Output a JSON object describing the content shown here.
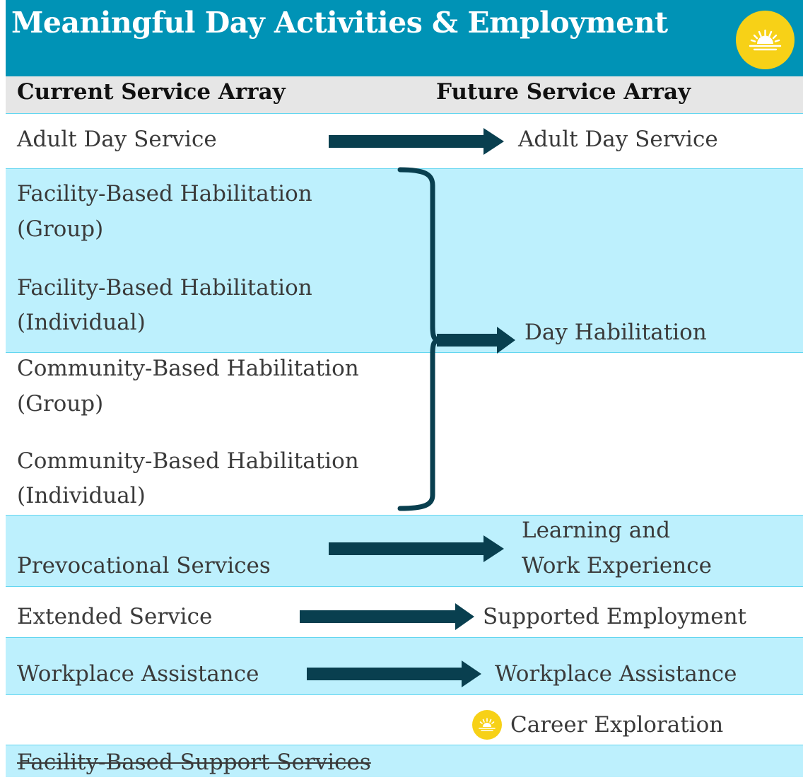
{
  "header": {
    "title": "Meaningful Day Activities & Employment",
    "logo_icon": "rising-sun-icon",
    "color": "#0093b6",
    "logo_color": "#f7d117"
  },
  "columns": {
    "current": "Current Service Array",
    "future": "Future Service Array"
  },
  "rows": [
    {
      "current": [
        "Adult Day Service"
      ],
      "future": "Adult Day Service"
    },
    {
      "current": [
        "Facility-Based Habilitation (Group)",
        "Facility-Based Habilitation (Individual)",
        "Community-Based Habilitation (Group)",
        "Community-Based Habilitation (Individual)"
      ],
      "future": "Day Habilitation"
    },
    {
      "current": [
        "Prevocational Services"
      ],
      "future": "Learning and Work Experience"
    },
    {
      "current": [
        "Extended Service"
      ],
      "future": "Supported Employment"
    },
    {
      "current": [
        "Workplace Assistance"
      ],
      "future": "Workplace Assistance"
    },
    {
      "current": [],
      "future": "Career Exploration",
      "new_icon": "sun-icon"
    },
    {
      "current": [
        "Facility-Based Support Services"
      ],
      "future": "",
      "discontinued": true
    }
  ],
  "display": {
    "r0_cur": "Adult Day Service",
    "r0_fut": "Adult Day Service",
    "fbh_1a": "Facility-Based Habilitation",
    "fbh_1b": "(Group)",
    "fbh_2a": "Facility-Based Habilitation",
    "fbh_2b": "(Individual)",
    "cbh_1a": "Community-Based Habilitation",
    "cbh_1b": "(Group)",
    "cbh_2a": "Community-Based Habilitation",
    "cbh_2b": "(Individual)",
    "r1_fut": "Day Habilitation",
    "r2_cur": "Prevocational Services",
    "r2_fut_a": "Learning and",
    "r2_fut_b": "Work Experience",
    "r3_cur": "Extended Service",
    "r3_fut": "Supported Employment",
    "r4_cur": "Workplace Assistance",
    "r4_fut": "Workplace Assistance",
    "r5_fut": "Career Exploration",
    "r6_cur": "Facility-Based Support Services"
  },
  "colors": {
    "arrow": "#093f4f",
    "band_cyan": "#bdf0fd",
    "column_header_bg": "#e6e6e6"
  }
}
